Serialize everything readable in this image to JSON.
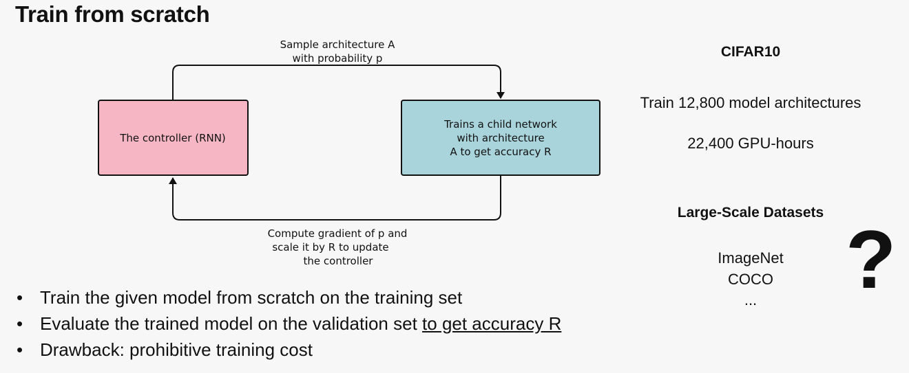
{
  "title": "Train from scratch",
  "diagram": {
    "controller_label": "The controller (RNN)",
    "child_lines": [
      "Trains a child network",
      "with architecture",
      "A to get accuracy R"
    ],
    "top_lines": [
      "Sample architecture A",
      "with probability p"
    ],
    "bottom_lines": [
      "Compute gradient of p and",
      "scale it by R to update",
      "the controller"
    ],
    "colors": {
      "controller_fill": "#f7b6c3",
      "child_fill": "#a9d4db",
      "stroke": "#111111"
    }
  },
  "right_panel": {
    "cifar_heading": "CIFAR10",
    "train_count": "Train 12,800 model architectures",
    "gpu_hours": "22,400 GPU-hours",
    "large_heading": "Large-Scale Datasets",
    "datasets": [
      "ImageNet",
      "COCO",
      "..."
    ],
    "question_mark": "?"
  },
  "bullets": [
    {
      "dot": "•",
      "text": "Train the given model from scratch on the training set",
      "underlined": ""
    },
    {
      "dot": "•",
      "text": "Evaluate the trained model on the validation set ",
      "underlined": "to get accuracy R"
    },
    {
      "dot": "•",
      "text": "Drawback: prohibitive training cost",
      "underlined": ""
    }
  ]
}
